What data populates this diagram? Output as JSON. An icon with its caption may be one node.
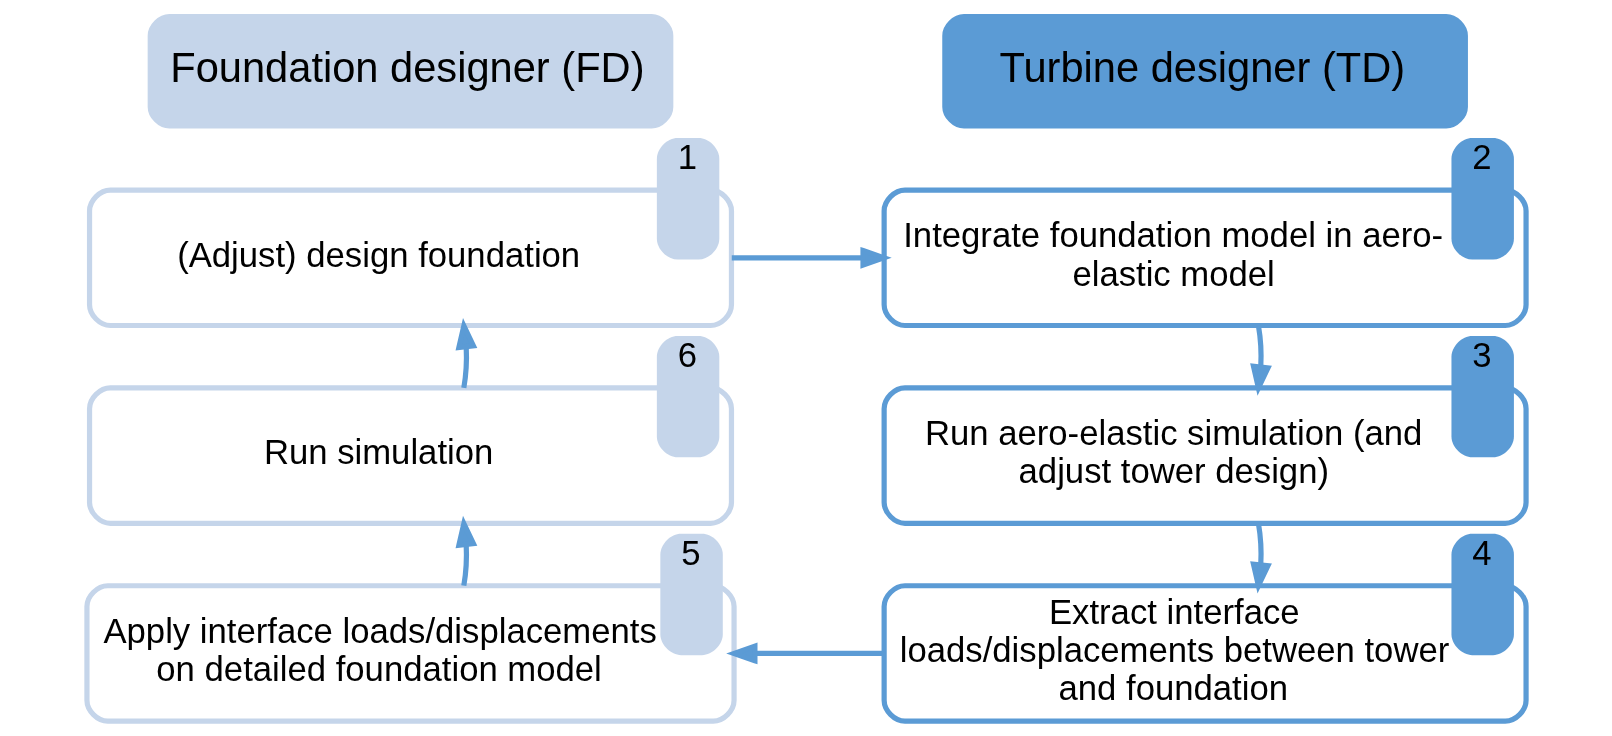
{
  "diagram": {
    "nodes": [
      {
        "text": [
          "Foundation designer (FD)"
        ]
      },
      {
        "text": [
          "Turbine designer (TD)"
        ]
      },
      {
        "text": [
          "(Adjust) design foundation"
        ],
        "beside": [
          "1"
        ]
      },
      {
        "text": [
          "Integrate foundation model in aero-elastic model"
        ],
        "beside": [
          "2"
        ]
      },
      {
        "text": [
          "Run simulation"
        ],
        "beside": [
          "6"
        ]
      },
      {
        "text": [
          "Run aero-elastic simulation (and adjust tower design)"
        ],
        "beside": [
          "3"
        ]
      },
      {
        "text": [
          "Apply interface loads/displacements on detailed foundation model"
        ],
        "beside": [
          "5"
        ]
      },
      {
        "text": [
          "Extract interface loads/displacements between tower and foundation"
        ],
        "beside": [
          "4"
        ]
      }
    ],
    "edges": [
      {
        "from": 2,
        "to": 3,
        "arrow": "to"
      },
      {
        "from": 3,
        "to": 5,
        "arrow": "to"
      },
      {
        "from": 5,
        "to": 7,
        "arrow": "to"
      },
      {
        "from": 7,
        "to": 6,
        "arrow": "to"
      },
      {
        "from": 6,
        "to": 4,
        "arrow": "to"
      },
      {
        "from": 4,
        "to": 2,
        "arrow": "to"
      }
    ]
  }
}
